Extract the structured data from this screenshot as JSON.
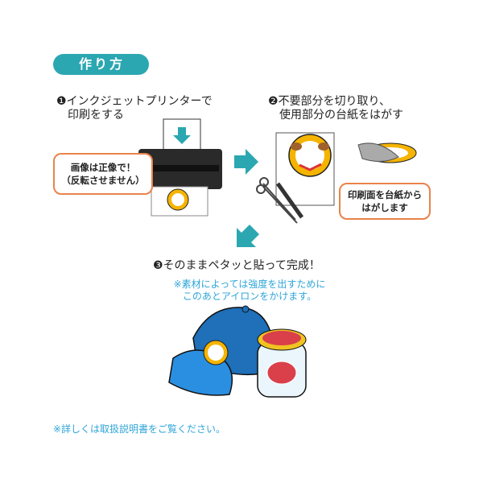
{
  "header": {
    "title": "作り方"
  },
  "steps": [
    {
      "line1": "❶インクジェットプリンターで",
      "line2": "印刷をする",
      "callout_line1": "画像は正像で！",
      "callout_line2": "（反転させません）"
    },
    {
      "line1": "❷不要部分を切り取り、",
      "line2": "使用部分の台紙をはがす",
      "callout_line1": "印刷面を台紙から",
      "callout_line2": "はがします"
    },
    {
      "line1": "❸そのままペタッと貼って完成！",
      "note_line1": "※素材によっては強度を出すために",
      "note_line2": "このあとアイロンをかけます。"
    }
  ],
  "footer": {
    "note": "※詳しくは取扱説明書をご覧ください。"
  },
  "colors": {
    "accent": "#2ba7b1",
    "callout_border": "#e9834a",
    "note_text": "#2fa5d8",
    "cap": "#1f7fc9"
  }
}
